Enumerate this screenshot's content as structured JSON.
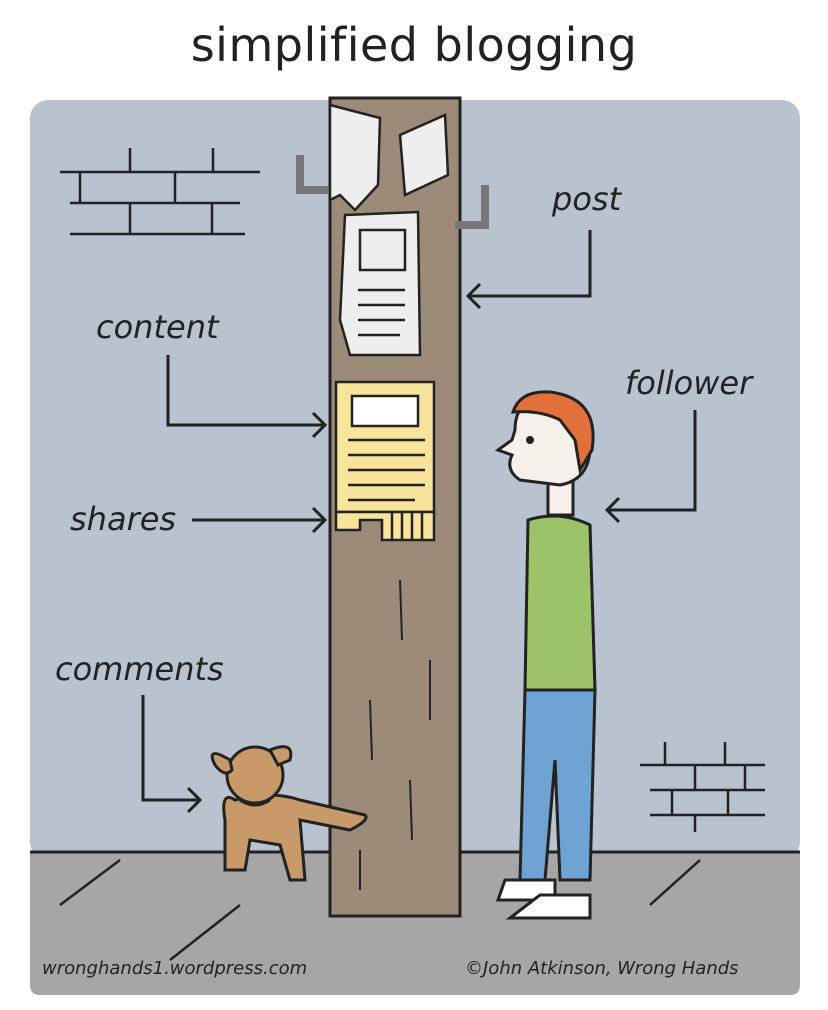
{
  "title": "simplified blogging",
  "labels": {
    "post": "post",
    "content": "content",
    "follower": "follower",
    "shares": "shares",
    "comments": "comments"
  },
  "footer": {
    "left": "wronghands1.wordpress.com",
    "right": "©John Atkinson, Wrong Hands"
  },
  "colors": {
    "wall": "#b8c3cf",
    "pole": "#9c8b78",
    "flyer_yellow": "#f7e49a",
    "shirt": "#9bc46a",
    "jeans": "#6fa3d4",
    "hair": "#e2703a",
    "dog": "#c89a6a",
    "sidewalk": "#a6a6a6"
  }
}
